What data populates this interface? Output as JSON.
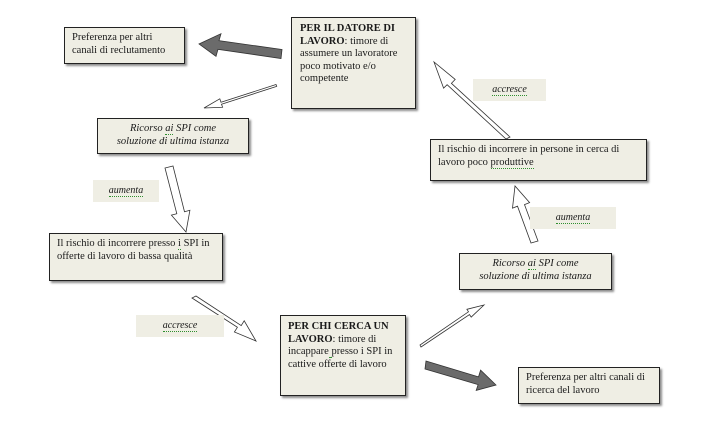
{
  "boxes": {
    "employer": {
      "title": "PER IL DATORE DI LAVORO",
      "text": ": timore di assumere un lavoratore",
      "sq": " ",
      "text2": "poco motivato e/o competente"
    },
    "pref_recruit": {
      "text": "Preferenza per altri canali di reclutamento"
    },
    "spi_left": {
      "line1": "Ricorso ",
      "sq": "ai",
      "line1b": " SPI come",
      "line2": "soluzione di ultima istanza"
    },
    "risk_left": {
      "text1": "Il rischio di incorrere presso ",
      "sq": "i",
      "text2": " SPI in offerte di lavoro di bassa qualità"
    },
    "jobseeker": {
      "title": "PER CHI CERCA UN LAVORO",
      "text": ": timore di incappare",
      "sq": " ",
      "text2": "presso i SPI  in cattive offerte di lavoro"
    },
    "pref_search": {
      "text": "Preferenza per altri canali di ricerca del lavoro"
    },
    "spi_right": {
      "line1": "Ricorso ",
      "sq": "ai",
      "line1b": " SPI come",
      "line2": "soluzione di ultima istanza"
    },
    "risk_right": {
      "text1": "Il rischio di incorrere in persone in cerca di lavoro poco ",
      "sq": "produttive"
    }
  },
  "labels": {
    "aumenta_left": "aumenta",
    "accresce_left": "accresce",
    "accresce_right": "accresce",
    "aumenta_right": "aumenta"
  },
  "colors": {
    "box_fill": "#efeee4",
    "border": "#222222",
    "thick_arrow": "#6b6b6b",
    "spell_underline": "#2f8f2f"
  }
}
